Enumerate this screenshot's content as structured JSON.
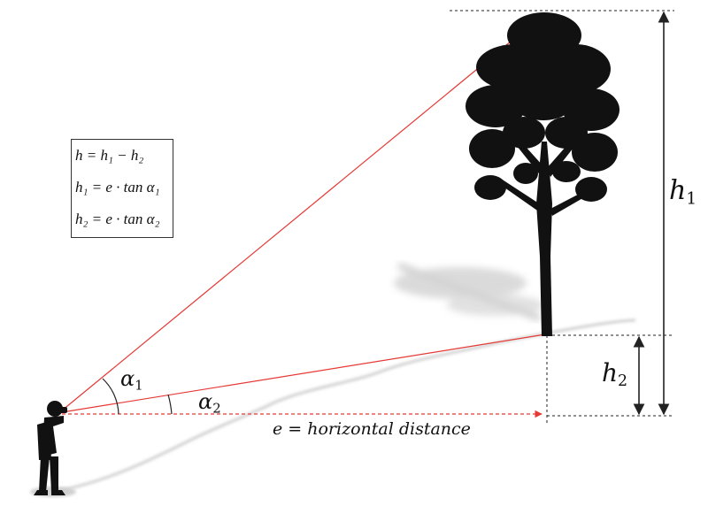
{
  "formulas": {
    "line1": "h = h₁ − h₂",
    "line2": "h₁ = e · tan α₁",
    "line3": "h₂ = e · tan α₂"
  },
  "labels": {
    "h1": "h",
    "h1_sub": "1",
    "h2": "h",
    "h2_sub": "2",
    "alpha1": "α",
    "alpha1_sub": "1",
    "alpha2": "α",
    "alpha2_sub": "2",
    "distance": "e = horizontal distance"
  },
  "colors": {
    "sightline": "#e53935",
    "guide": "#222222",
    "silhouette": "#111111",
    "shadow": "#c8c8c8"
  },
  "icons": {
    "observer": "person-with-binoculars-silhouette",
    "tree": "tree-silhouette"
  }
}
